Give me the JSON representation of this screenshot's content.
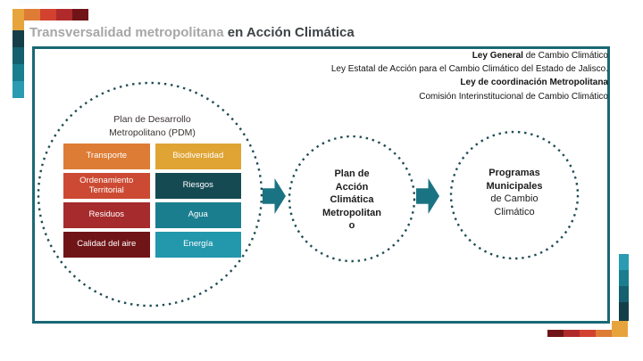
{
  "title": {
    "muted": "Transversalidad metropolitana",
    "accent": "en Acción Climática"
  },
  "laws": {
    "line1_bold": "Ley General",
    "line1_rest": " de Cambio Climático",
    "line2": "Ley Estatal de Acción para el Cambio Climático del Estado de Jalisco.",
    "line3": "Ley de coordinación Metropolitana",
    "line4": "Comisión Interinstitucional de Cambio Climático"
  },
  "pdm": {
    "title_lines": [
      "Plan de Desarrollo",
      "Metropolitano (PDM)"
    ],
    "cells": [
      {
        "label": "Transporte",
        "color": "#dd7c35"
      },
      {
        "label": "Biodiversidad",
        "color": "#dfa434"
      },
      {
        "label": "Ordenamiento Territorial",
        "color": "#cc4a33"
      },
      {
        "label": "Riesgos",
        "color": "#164a53"
      },
      {
        "label": "Residuos",
        "color": "#a62b2d"
      },
      {
        "label": "Agua",
        "color": "#1a7e8f"
      },
      {
        "label": "Calidad del aire",
        "color": "#701517"
      },
      {
        "label": "Energía",
        "color": "#2397ac"
      }
    ]
  },
  "flow": {
    "pacm_lines": [
      "Plan de",
      "Acción",
      "Climática",
      "Metropolitan",
      "o"
    ],
    "pmcc_bold_lines": [
      "Programas",
      "Municipales"
    ],
    "pmcc_lines": [
      "de Cambio",
      "Climático"
    ]
  },
  "palette": {
    "yellow": "#e7a43c",
    "orange": "#de7b35",
    "red": "#d2422f",
    "crimson": "#b02a2b",
    "maroon": "#701418",
    "slate": "#153f48",
    "deep_teal": "#14606e",
    "teal": "#1a7e8f",
    "light_teal": "#2a9bb1",
    "box_border": "#1a6875",
    "dot": "#1e4c53",
    "arrow": "#1a7383",
    "title_muted": "#a7a7a7",
    "title_accent": "#3e4446"
  }
}
